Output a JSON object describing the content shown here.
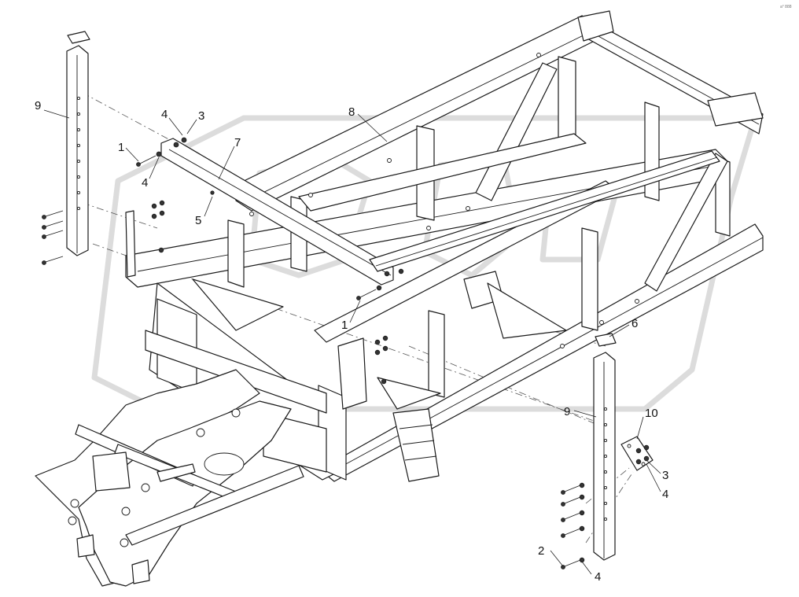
{
  "drawing": {
    "corner_mark": "a° 888",
    "callouts": [
      {
        "id": "c9a",
        "text": "9"
      },
      {
        "id": "c4a",
        "text": "4"
      },
      {
        "id": "c3a",
        "text": "3"
      },
      {
        "id": "c1a",
        "text": "1"
      },
      {
        "id": "c4b",
        "text": "4"
      },
      {
        "id": "c7",
        "text": "7"
      },
      {
        "id": "c8",
        "text": "8"
      },
      {
        "id": "c5",
        "text": "5"
      },
      {
        "id": "c1b",
        "text": "1"
      },
      {
        "id": "c6",
        "text": "6"
      },
      {
        "id": "c9b",
        "text": "9"
      },
      {
        "id": "c10",
        "text": "10"
      },
      {
        "id": "c3b",
        "text": "3"
      },
      {
        "id": "c4c",
        "text": "4"
      },
      {
        "id": "c2",
        "text": "2"
      },
      {
        "id": "c4d",
        "text": "4"
      }
    ]
  }
}
